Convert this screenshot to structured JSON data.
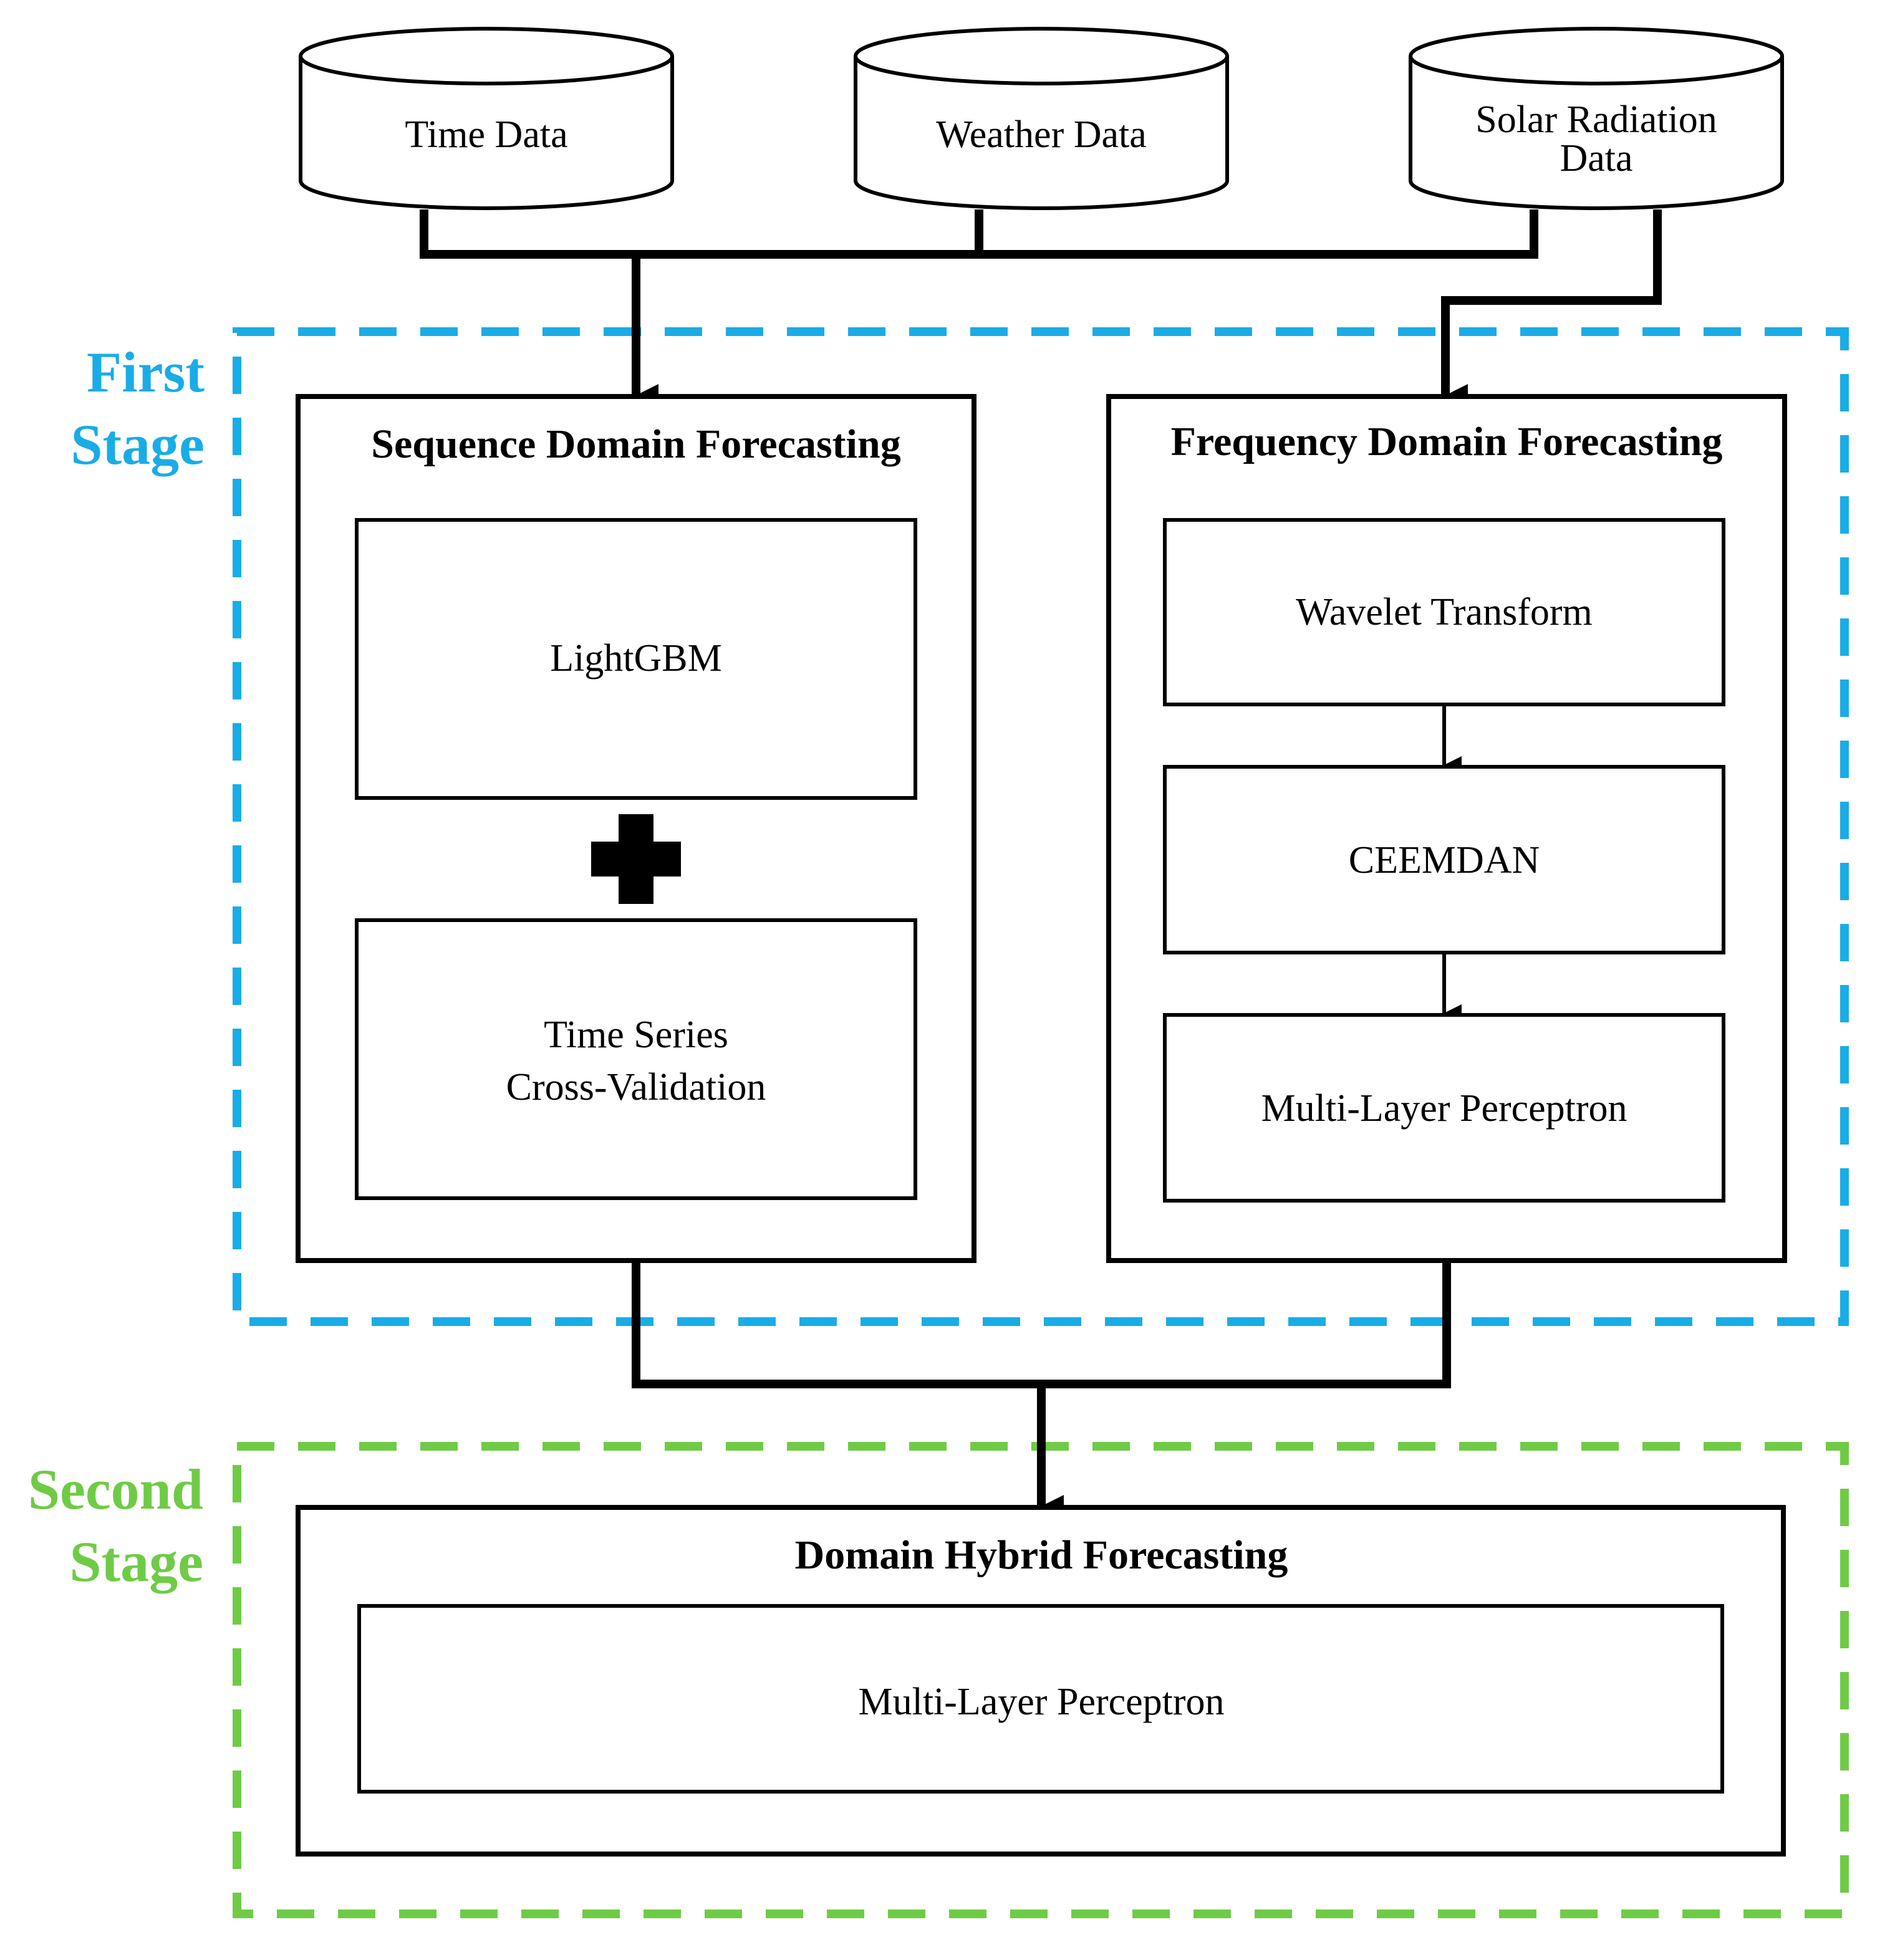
{
  "colors": {
    "stroke": "#000000",
    "first_stage": "#1aace6",
    "second_stage": "#6fcb46",
    "background": "#ffffff"
  },
  "databases": {
    "time": "Time Data",
    "weather": "Weather Data",
    "solar_line1": "Solar Radiation",
    "solar_line2": "Data"
  },
  "stages": {
    "first_line1": "First",
    "first_line2": "Stage",
    "second_line1": "Second",
    "second_line2": "Stage"
  },
  "sequence_domain": {
    "title": "Sequence Domain Forecasting",
    "lightgbm": "LightGBM",
    "plus_icon": "plus-icon",
    "tscv_line1": "Time Series",
    "tscv_line2": "Cross-Validation"
  },
  "frequency_domain": {
    "title": "Frequency Domain Forecasting",
    "wavelet": "Wavelet Transform",
    "ceemdan": "CEEMDAN",
    "mlp": "Multi-Layer Perceptron"
  },
  "hybrid": {
    "title": "Domain Hybrid Forecasting",
    "mlp": "Multi-Layer Perceptron"
  }
}
